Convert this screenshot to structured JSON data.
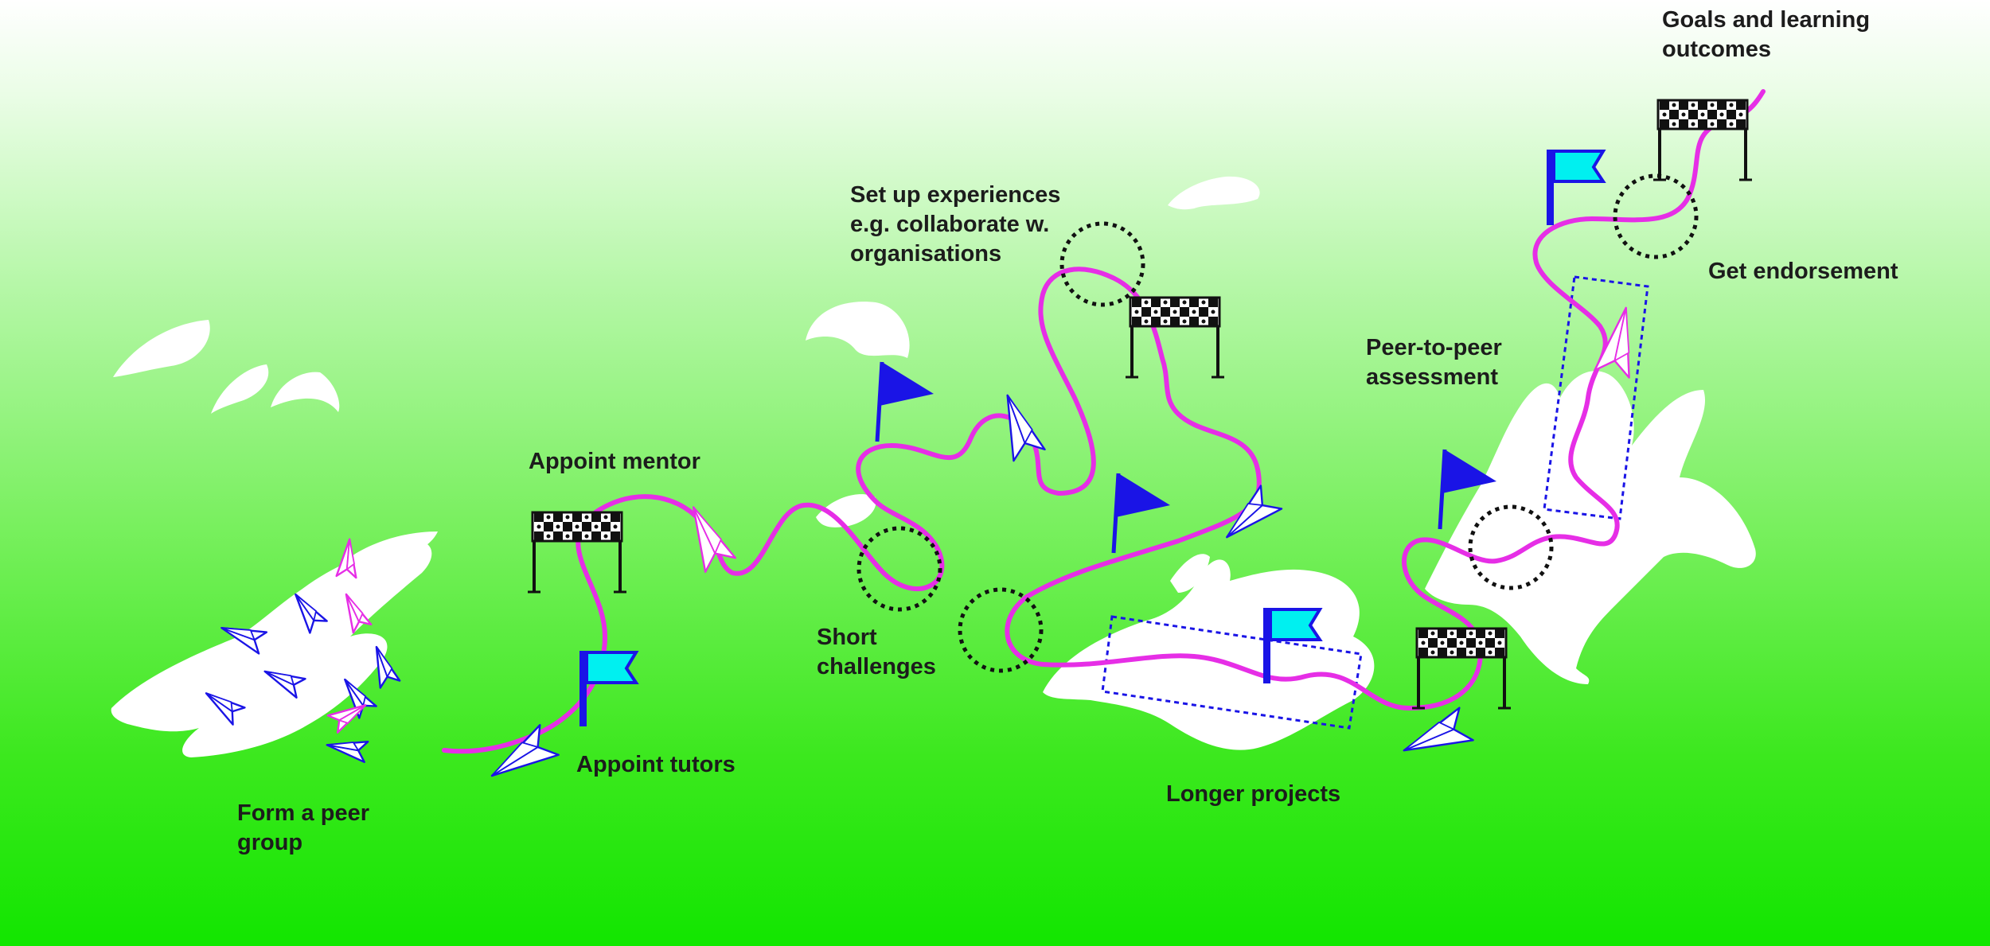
{
  "diagram": {
    "colors": {
      "background_top": "#ffffff",
      "background_bottom": "#12e600",
      "path": "#e62ee6",
      "flag_cyan": "#00f0f0",
      "flag_blue": "#1a14e6",
      "plane_blue": "#1a14e6",
      "plane_magenta": "#e62ee6",
      "checkpoint_circle": "#111111",
      "highlight_box": "#1a14e6"
    },
    "icons": [
      "paper-plane-icon",
      "flag-icon",
      "finish-banner-icon",
      "checkpoint-circle-icon"
    ],
    "labels": {
      "form_peer_group": [
        "Form a peer",
        "group"
      ],
      "appoint_tutors": [
        "Appoint tutors"
      ],
      "appoint_mentor": [
        "Appoint mentor"
      ],
      "short_challenges": [
        "Short",
        "challenges"
      ],
      "set_up_experiences": [
        "Set up experiences",
        "e.g. collaborate w.",
        "organisations"
      ],
      "longer_projects": [
        "Longer projects"
      ],
      "peer_assessment": [
        "Peer-to-peer",
        "assessment"
      ],
      "goals": [
        "Goals and learning",
        "outcomes"
      ],
      "get_endorsement": [
        "Get endorsement"
      ]
    }
  }
}
